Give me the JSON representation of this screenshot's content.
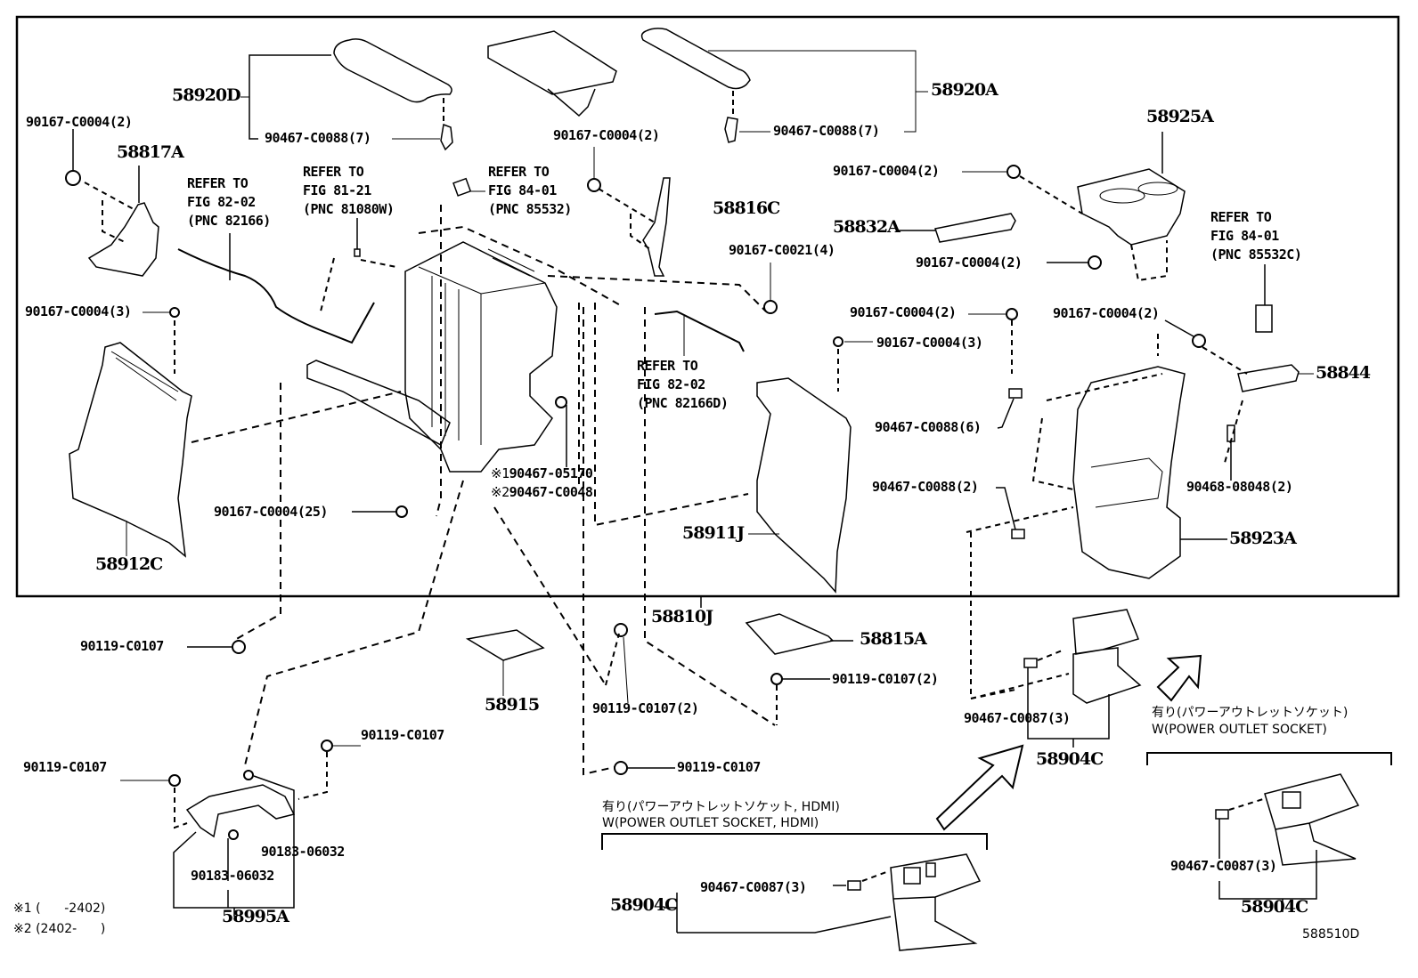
{
  "diagram": {
    "figure_code": "588510D",
    "frame_part": "58810J",
    "parts": {
      "p58920D": "58920D",
      "p58920A": "58920A",
      "p58817A": "58817A",
      "p58816C": "58816C",
      "p58925A": "58925A",
      "p58832A": "58832A",
      "p58844": "58844",
      "p58912C": "58912C",
      "p58911J": "58911J",
      "p58923A": "58923A",
      "p58815A": "58815A",
      "p58915": "58915",
      "p58995A": "58995A",
      "p58904C_a": "58904C",
      "p58904C_b": "58904C",
      "p58904C_c": "58904C"
    },
    "fasteners": {
      "f_tl_90167_2": "90167-C0004(2)",
      "f_clip_left_7": "90467-C0088(7)",
      "f_clip_right_7": "90467-C0088(7)",
      "f_top_mid_90167_2": "90167-C0004(2)",
      "f_cup_top_2": "90167-C0004(2)",
      "f_cup_bot_2": "90167-C0004(2)",
      "f_c0021_4": "90167-C0021(4)",
      "f_left_3": "90167-C0004(3)",
      "f_mid_right_2": "90167-C0004(2)",
      "f_mid_right_3": "90167-C0004(3)",
      "f_right_2": "90167-C0004(2)",
      "f_clip_6": "90467-C0088(6)",
      "f_clip_2": "90467-C0088(2)",
      "f_90468_2": "90468-08048(2)",
      "f_25": "90167-C0004(25)",
      "f_note1": "90467-05170",
      "f_note2": "90467-C0048",
      "f_90119_a": "90119-C0107",
      "f_90119_b": "90119-C0107(2)",
      "f_90119_c": "90119-C0107(2)",
      "f_90119_d": "90119-C0107",
      "f_90119_e": "90119-C0107",
      "f_90119_f": "90119-C0107",
      "f_90183_a": "90183-06032",
      "f_90183_b": "90183-06032",
      "f_c0087_a": "90467-C0087(3)",
      "f_c0087_b": "90467-C0087(3)",
      "f_c0087_c": "90467-C0087(3)"
    },
    "references": {
      "ref_82166": "REFER TO\nFIG 82-02\n(PNC 82166)",
      "ref_81080W": "REFER TO\nFIG 81-21\n(PNC 81080W)",
      "ref_85532": "REFER TO\nFIG 84-01\n(PNC 85532)",
      "ref_85532C": "REFER TO\nFIG 84-01\n(PNC 85532C)",
      "ref_82166D": "REFER TO\nFIG 82-02\n(PNC 82166D)"
    },
    "marks": {
      "m1": "※1",
      "m2": "※2"
    },
    "variants": {
      "hdmi_jp": "有り(パワーアウトレットソケット, HDMI)",
      "hdmi_en": "W(POWER OUTLET SOCKET, HDMI)",
      "socket_jp": "有り(パワーアウトレットソケット)",
      "socket_en": "W(POWER OUTLET SOCKET)"
    },
    "footnotes": {
      "n1": "※1 (      -2402)",
      "n2": "※2 (2402-      )"
    }
  }
}
